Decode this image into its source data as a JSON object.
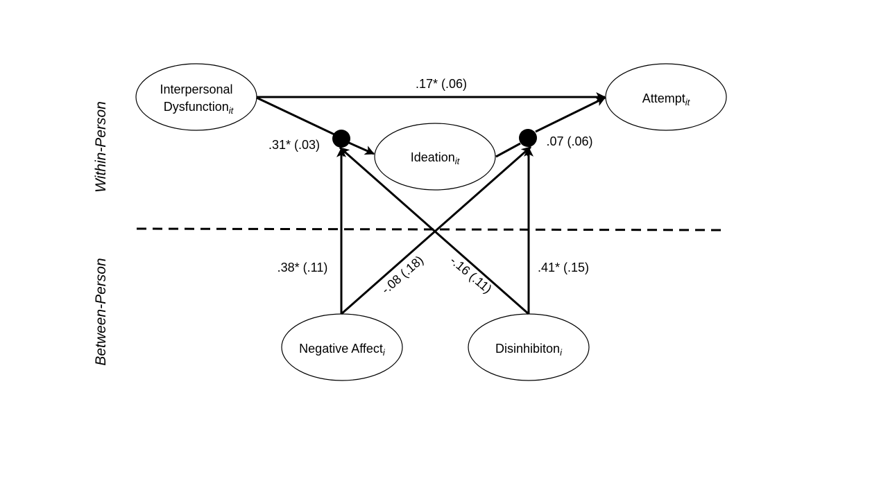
{
  "colors": {
    "stroke": "#000000",
    "background": "#ffffff"
  },
  "levels": {
    "within": "Within-Person",
    "between": "Between-Person"
  },
  "nodes": {
    "interpersonal": {
      "line1": "Interpersonal",
      "line2": "Dysfunction",
      "sub": "it"
    },
    "attempt": {
      "label": "Attempt",
      "sub": "it"
    },
    "ideation": {
      "label": "Ideation",
      "sub": "it"
    },
    "negative_affect": {
      "label": "Negative Affect",
      "sub": "i"
    },
    "disinhibition": {
      "label": "Disinhibiton",
      "sub": "i"
    }
  },
  "paths": {
    "interpersonal_to_attempt": ".17* (.06)",
    "interpersonal_to_ideation": ".31* (.03)",
    "ideation_to_attempt": ".07 (.06)",
    "negaff_moderates_first": ".38* (.11)",
    "negaff_moderates_second": "-.08 (.18)",
    "disinh_moderates_first": "-.16 (.11)",
    "disinh_moderates_second": ".41* (.15)"
  }
}
